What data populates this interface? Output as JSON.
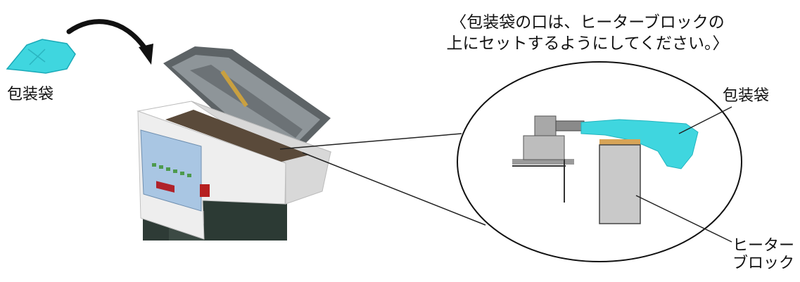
{
  "caption": {
    "line1": "〈包装袋の口は、ヒーターブロックの",
    "line2": "上にセットするようにしてください。〉"
  },
  "labels": {
    "bag_left": "包装袋",
    "bag_right": "包装袋",
    "heater_line1": "ヒーター",
    "heater_line2": "ブロック"
  },
  "colors": {
    "bag": "#3fd6df",
    "heater_top": "#d7a457",
    "heater_block": "#c9c9c9",
    "machine_panel": "#a9c6e3",
    "machine_body": "#f1f1f1"
  }
}
